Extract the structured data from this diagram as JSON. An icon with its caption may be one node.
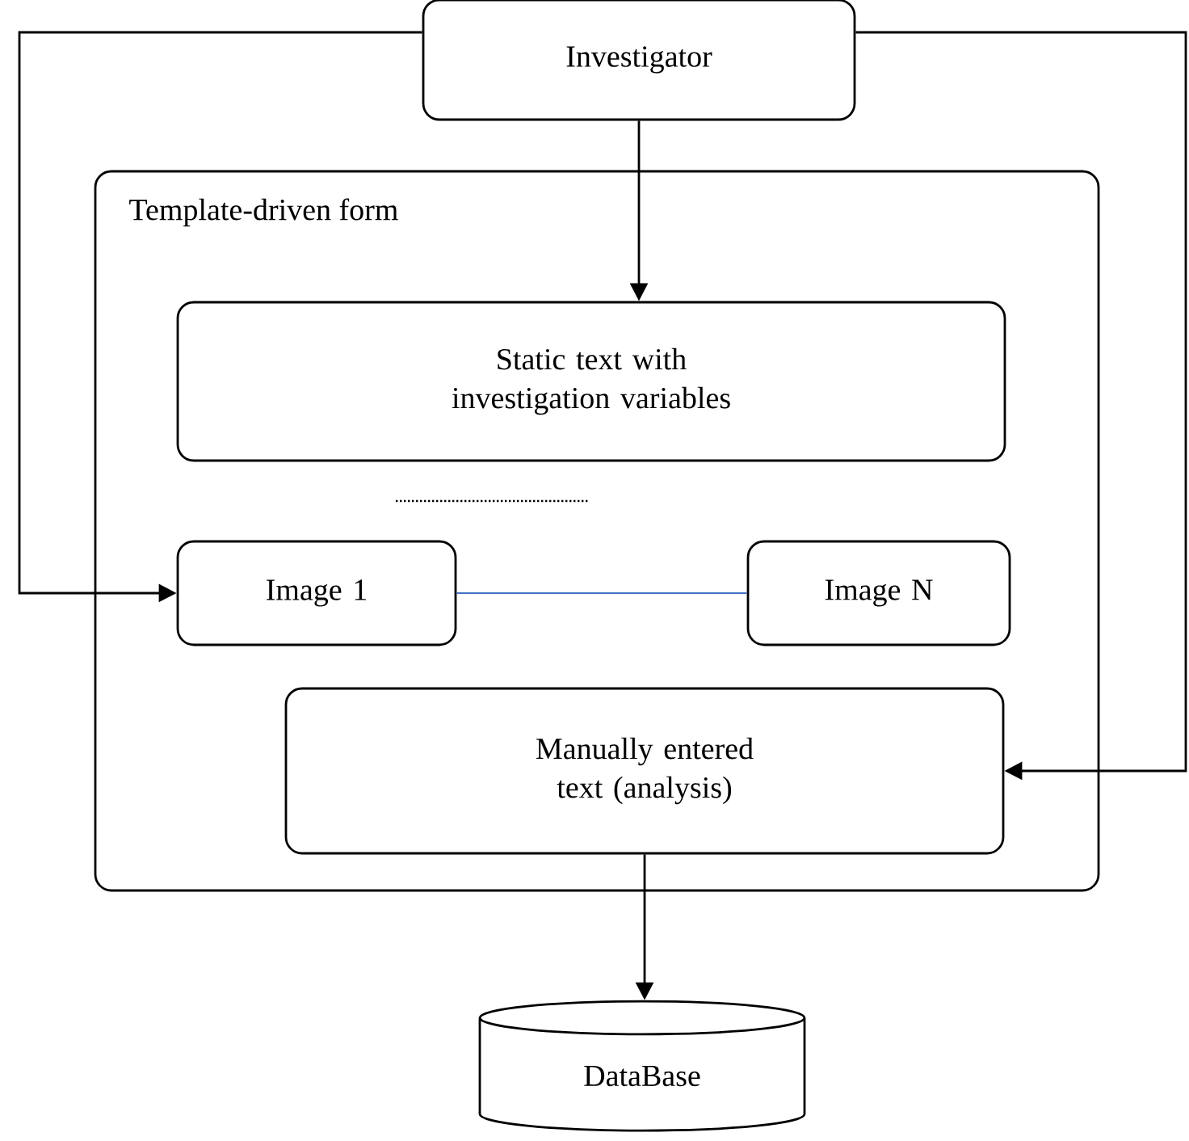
{
  "diagram": {
    "nodes": [
      {
        "text": [
          "Investigator"
        ]
      },
      {
        "text": [
          "Template-driven form"
        ]
      },
      {
        "text": [
          "Static text with investigation variables"
        ],
        "in": 1
      },
      {
        "text": [
          "Image 1"
        ],
        "in": 1
      },
      {
        "text": [
          "Image N"
        ],
        "in": 1
      },
      {
        "text": [
          "Manually entered text (analysis)"
        ],
        "in": 1
      },
      {
        "text": [
          "DataBase"
        ]
      }
    ],
    "edges": [
      {
        "from": 0,
        "to": 2,
        "arrow": "to"
      },
      {
        "from": 0,
        "to": 3,
        "arrow": "to"
      },
      {
        "from": 0,
        "to": 5,
        "arrow": "to"
      },
      {
        "from": 3,
        "to": 4,
        "arrow": "none",
        "color": "#4472c4"
      },
      {
        "from": 5,
        "to": 6,
        "arrow": "to"
      }
    ]
  }
}
